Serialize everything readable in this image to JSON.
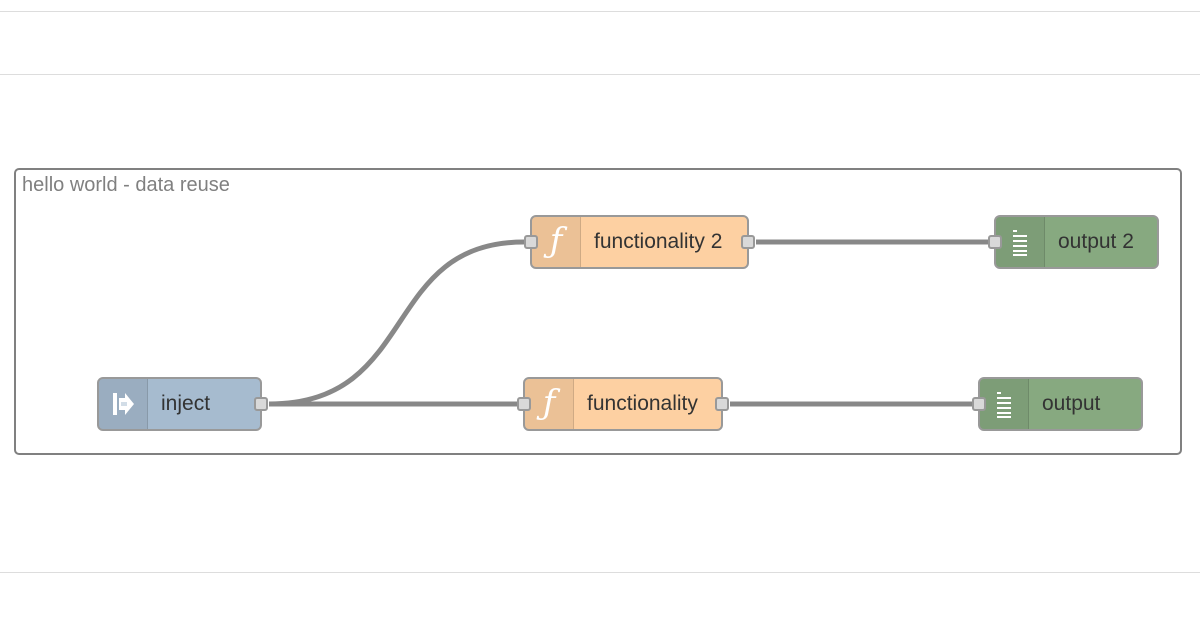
{
  "group": {
    "label": "hello world - data reuse"
  },
  "nodes": {
    "inject": {
      "label": "inject",
      "type": "inject",
      "icon": "inject-arrow-icon",
      "color": "#a6bbcf"
    },
    "functionality_2": {
      "label": "functionality 2",
      "type": "function",
      "icon": "function-icon",
      "color": "#fdd0a2"
    },
    "functionality": {
      "label": "functionality",
      "type": "function",
      "icon": "function-icon",
      "color": "#fdd0a2"
    },
    "output_2": {
      "label": "output 2",
      "type": "debug",
      "icon": "debug-list-icon",
      "color": "#87a980"
    },
    "output": {
      "label": "output",
      "type": "debug",
      "icon": "debug-list-icon",
      "color": "#87a980"
    }
  },
  "wires": [
    {
      "from": "inject",
      "to": "functionality_2"
    },
    {
      "from": "inject",
      "to": "functionality"
    },
    {
      "from": "functionality_2",
      "to": "output_2"
    },
    {
      "from": "functionality",
      "to": "output"
    }
  ],
  "colors": {
    "wire": "#888888",
    "group_border": "#808080"
  }
}
